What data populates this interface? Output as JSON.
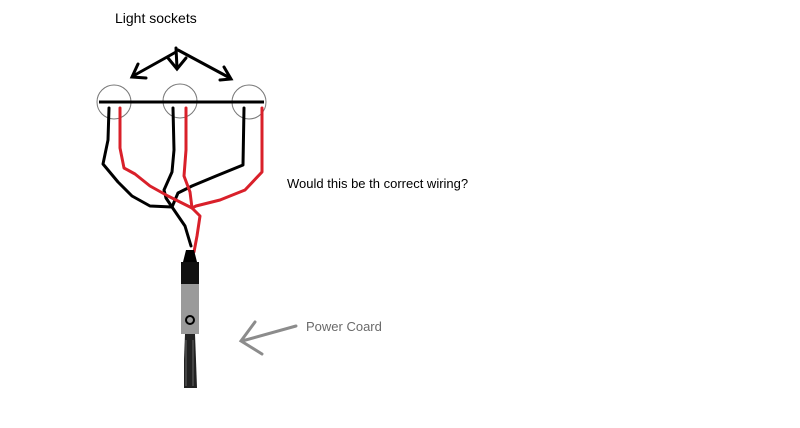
{
  "labels": {
    "sockets": "Light sockets",
    "question": "Would this be th correct wiring?",
    "power_cord": "Power Coard"
  },
  "colors": {
    "background": "#ffffff",
    "hot_wire": "#d9202a",
    "neutral_wire": "#000000",
    "cord_body": "#9a9a9a",
    "cord_arrow": "#8c8c8c",
    "cord_label": "#6a6a6a"
  }
}
